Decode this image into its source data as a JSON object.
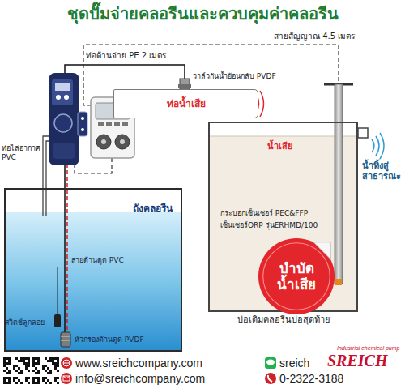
{
  "diagram": {
    "title": "ชุดปั๊มจ่ายคลอรีนและควบคุมค่าคลอรีน",
    "nodes": [
      {
        "text": [
          "ท่อน้ำเสีย"
        ]
      },
      {
        "text": [
          "บ่อเติมคลอรีนบ่อสุดท้าย"
        ]
      },
      {
        "text": [
          "บำบัด น้ำเสีย"
        ],
        "in": 1
      },
      {
        "text": [
          "ถังคลอรีน"
        ]
      }
    ],
    "labels": [
      "ท่อด้านจ่าย PE 2 เมตร",
      "สายสัญญาณ 4.5 เมตร",
      "วาล์วกันน้ำย้อนกลับ PVDF",
      "ท่อไล่อากาศ PVC",
      "น้ำเสีย",
      "น้ำทิ้งสู่ สาธารณะ",
      "กระบอกเซ็นเซอร์ PEC&FFP",
      "เซ็นเซอร์ORP รุ่นERHMD/100",
      "สายด้านดูด PVC",
      "สวิตช์ลูกลอย",
      "หัวกรองด้านดูด PVDF",
      "www.sreichcompany.com",
      "sreich",
      "info@sreichcompany.com",
      "0-2322-3188",
      "SREICH",
      "Industrial chemical pump"
    ]
  }
}
